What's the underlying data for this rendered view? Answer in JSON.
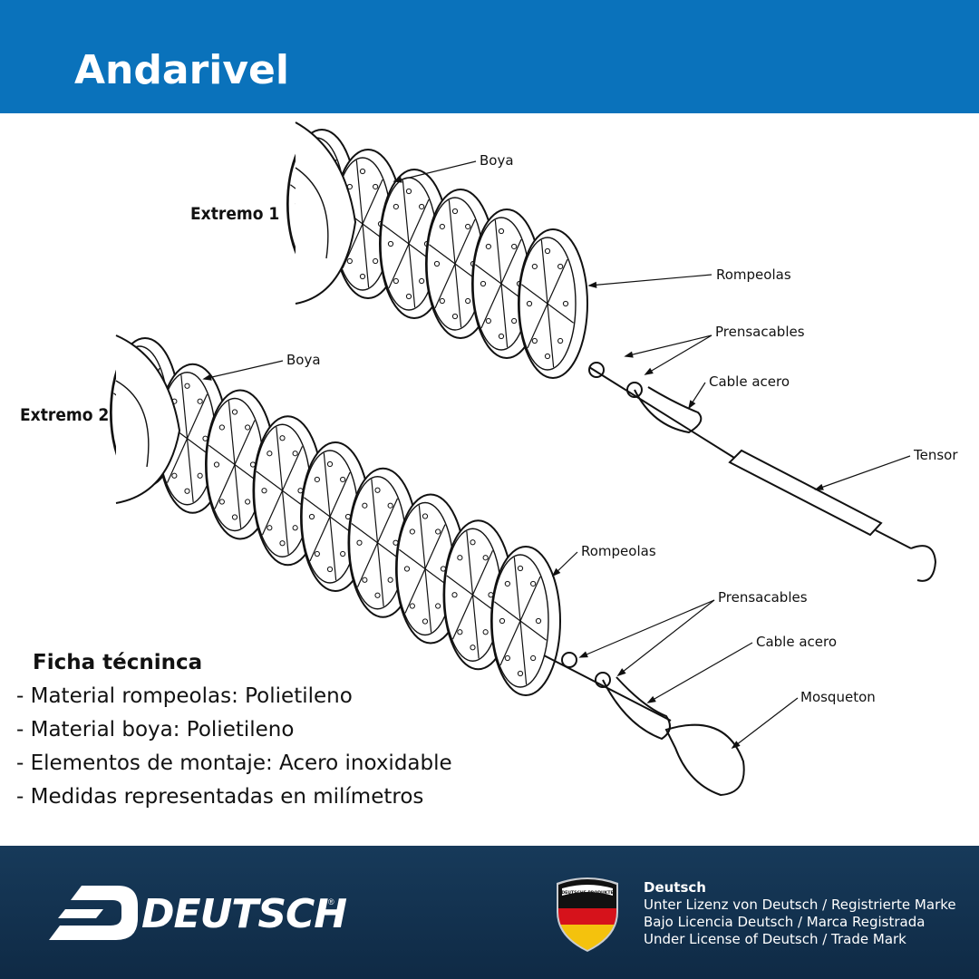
{
  "header": {
    "title": "Andarivel"
  },
  "diagram": {
    "ends": {
      "end1": "Extremo 1",
      "end2": "Extremo 2"
    },
    "labels": {
      "boya1": "Boya",
      "rompeolas1": "Rompeolas",
      "prensacables1": "Prensacables",
      "cable1": "Cable acero",
      "tensor": "Tensor",
      "boya2": "Boya",
      "rompeolas2": "Rompeolas",
      "prensacables2": "Prensacables",
      "cable2": "Cable acero",
      "mosqueton": "Mosqueton"
    }
  },
  "spec": {
    "title": "Ficha técninca",
    "items": [
      "- Material rompeolas: Polietileno",
      "- Material boya: Polietileno",
      "- Elementos de montaje: Acero inoxidable",
      "- Medidas representadas en milímetros"
    ]
  },
  "footer": {
    "brand": "DEUTSCH",
    "registered": "®",
    "badge_text": "DEUTSCHE PRODUKTE",
    "legal_head": "Deutsch",
    "legal_lines": [
      "Unter Lizenz von Deutsch / Registrierte Marke",
      "Bajo Licencia Deutsch / Marca Registrada",
      "Under License of Deutsch / Trade Mark"
    ]
  },
  "colors": {
    "header": "#0a72bb",
    "footer": "#173a5a",
    "flag_black": "#111111",
    "flag_red": "#d6121b",
    "flag_gold": "#f4c20d"
  }
}
